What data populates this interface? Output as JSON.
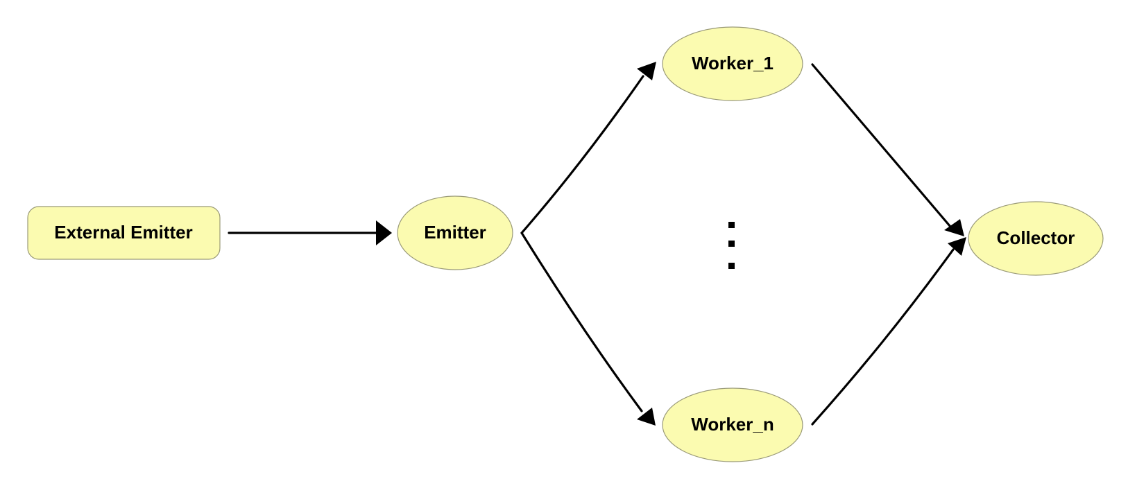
{
  "diagram": {
    "type": "flowchart",
    "nodes": [
      {
        "id": "external_emitter",
        "label": "External Emitter",
        "shape": "rounded-rectangle"
      },
      {
        "id": "emitter",
        "label": "Emitter",
        "shape": "ellipse"
      },
      {
        "id": "worker_1",
        "label": "Worker_1",
        "shape": "ellipse"
      },
      {
        "id": "worker_n",
        "label": "Worker_n",
        "shape": "ellipse"
      },
      {
        "id": "collector",
        "label": "Collector",
        "shape": "ellipse"
      }
    ],
    "edges": [
      {
        "from": "external_emitter",
        "to": "emitter",
        "directed": true
      },
      {
        "from": "emitter",
        "to": "worker_1",
        "directed": true
      },
      {
        "from": "emitter",
        "to": "worker_n",
        "directed": true
      },
      {
        "from": "worker_1",
        "to": "collector",
        "directed": true
      },
      {
        "from": "worker_n",
        "to": "collector",
        "directed": true
      }
    ],
    "ellipsis_between": [
      "worker_1",
      "worker_n"
    ],
    "colors": {
      "node_fill": "#fbfbb0",
      "node_stroke": "#9a9a78",
      "edge": "#000000",
      "text": "#000000",
      "background": "#ffffff"
    }
  }
}
